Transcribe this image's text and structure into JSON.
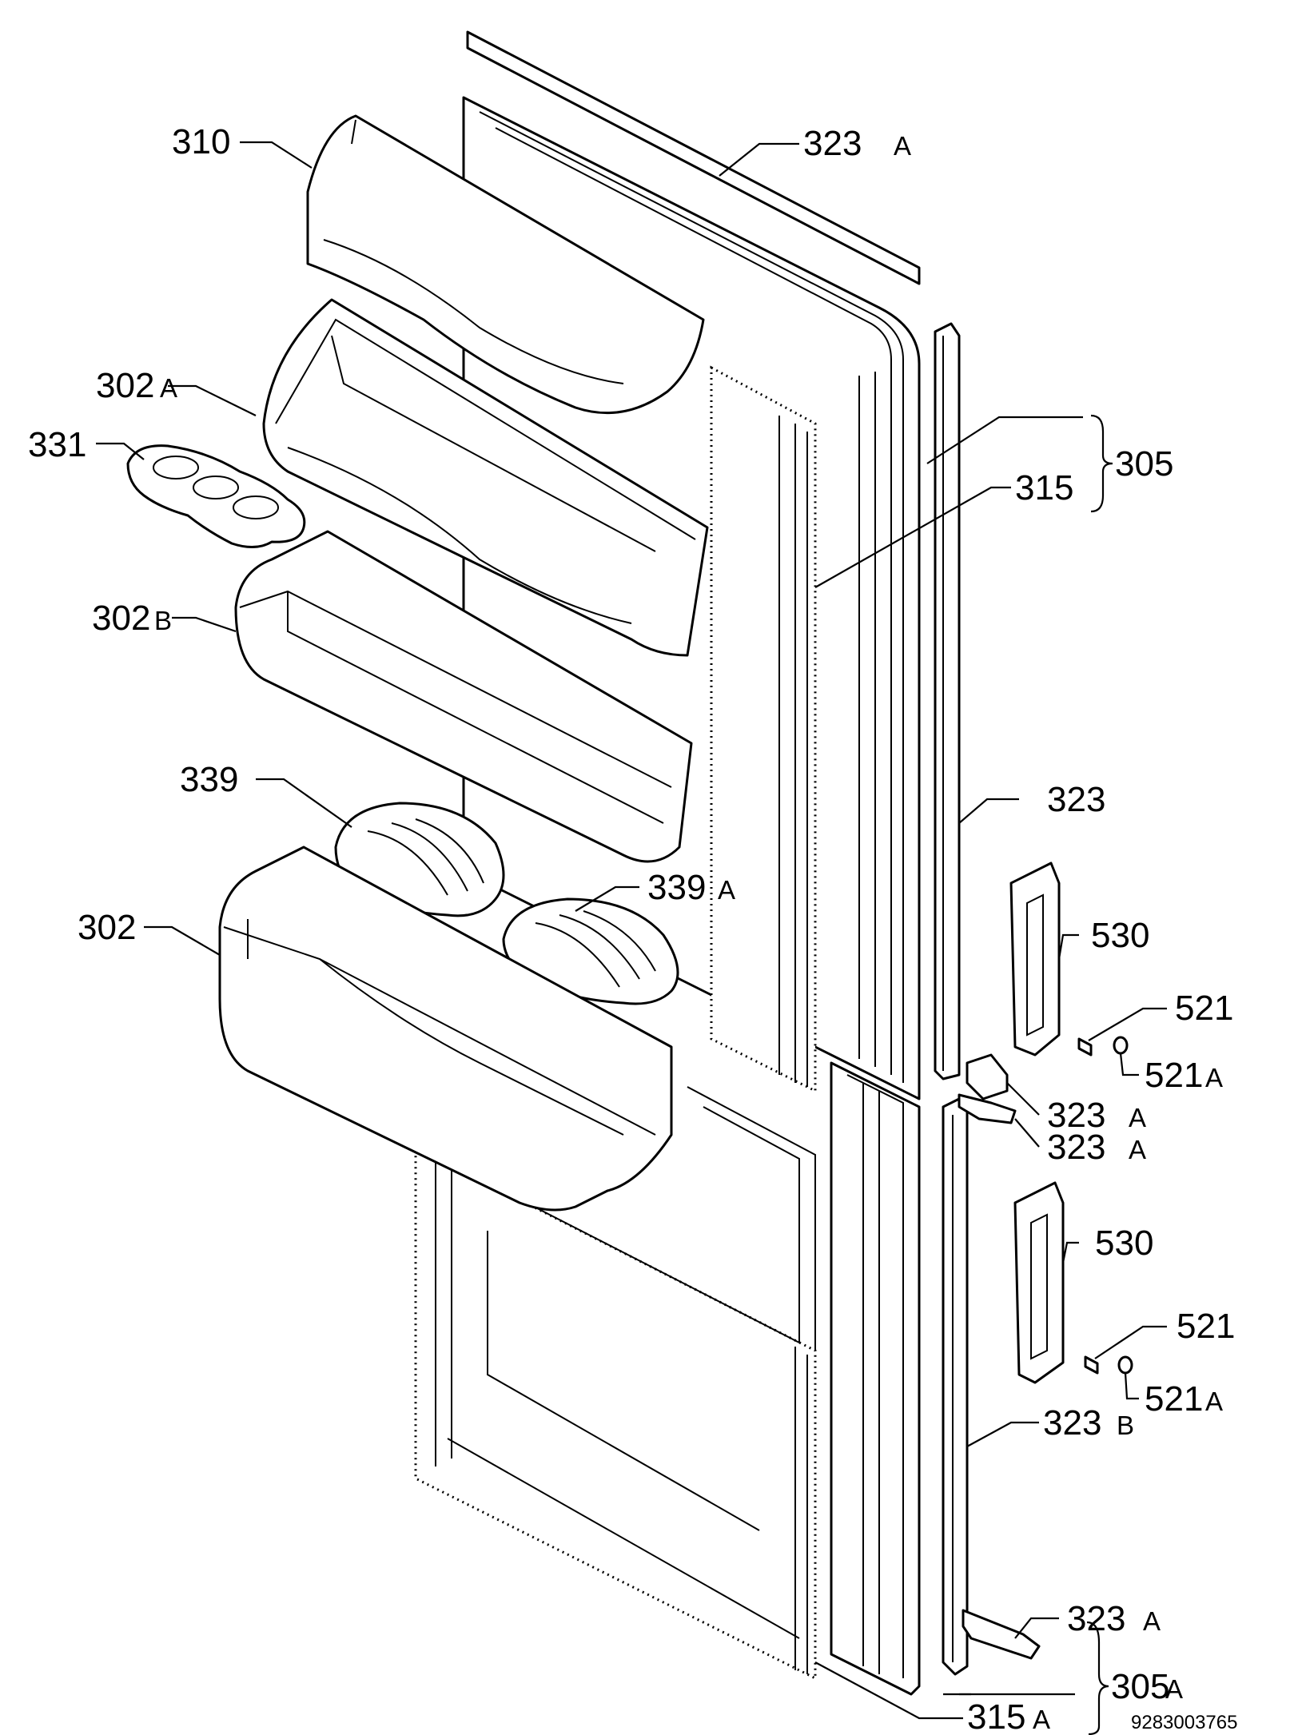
{
  "labels": {
    "p310": "310",
    "p323A_top": "323",
    "p323A_top_suffix": "A",
    "p302A": "302",
    "p302A_suffix": "A",
    "p331": "331",
    "p305": "305",
    "p315": "315",
    "p302B": "302",
    "p302B_suffix": "B",
    "p339": "339",
    "p323": "323",
    "p339A": "339",
    "p339A_suffix": "A",
    "p302": "302",
    "p530_upper": "530",
    "p521_upper": "521",
    "p521A_upper": "521",
    "p521A_upper_suffix": "A",
    "p323A_mid1": "323",
    "p323A_mid1_suffix": "A",
    "p323A_mid2": "323",
    "p323A_mid2_suffix": "A",
    "p530_lower": "530",
    "p521_lower": "521",
    "p521A_lower": "521",
    "p521A_lower_suffix": "A",
    "p323B": "323",
    "p323B_suffix": "B",
    "p323A_bottom": "323",
    "p323A_bottom_suffix": "A",
    "p305A": "305",
    "p305A_suffix": "A",
    "p315A": "315",
    "p315A_suffix": "A"
  },
  "footer": {
    "drawing_number": "9283003765"
  }
}
